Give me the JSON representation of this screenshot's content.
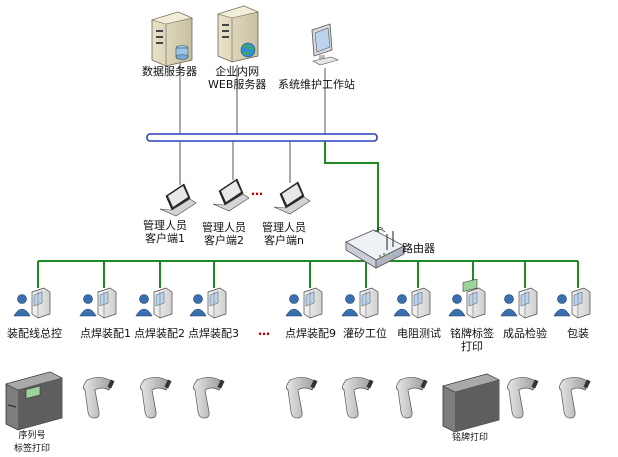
{
  "servers": {
    "data_server": "数据服务器",
    "web_server_line1": "企业内网",
    "web_server_line2": "WEB服务器",
    "maintenance": "系统维护工作站"
  },
  "clients": [
    {
      "line1": "管理人员",
      "line2": "客户端1"
    },
    {
      "line1": "管理人员",
      "line2": "客户端2"
    },
    {
      "line1": "管理人员",
      "line2": "客户端n"
    }
  ],
  "router": "路由器",
  "stations": [
    {
      "label": "装配线总控"
    },
    {
      "label": "点焊装配1"
    },
    {
      "label": "点焊装配2"
    },
    {
      "label": "点焊装配3"
    },
    {
      "label": "点焊装配9"
    },
    {
      "label": "灌矽工位"
    },
    {
      "label": "电阻测试"
    },
    {
      "label": "铭牌标签",
      "label2": "打印"
    },
    {
      "label": "成品检验"
    },
    {
      "label": "包装"
    }
  ],
  "printers": {
    "serial_line1": "序列号",
    "serial_line2": "标签打印",
    "nameplate": "铭牌打印"
  },
  "ellipsis": "…",
  "colors": {
    "network_green": "#1f8a1f",
    "bus_blue": "#2a3fbf",
    "line_gray": "#555555",
    "ellipsis_red": "#c00000"
  }
}
